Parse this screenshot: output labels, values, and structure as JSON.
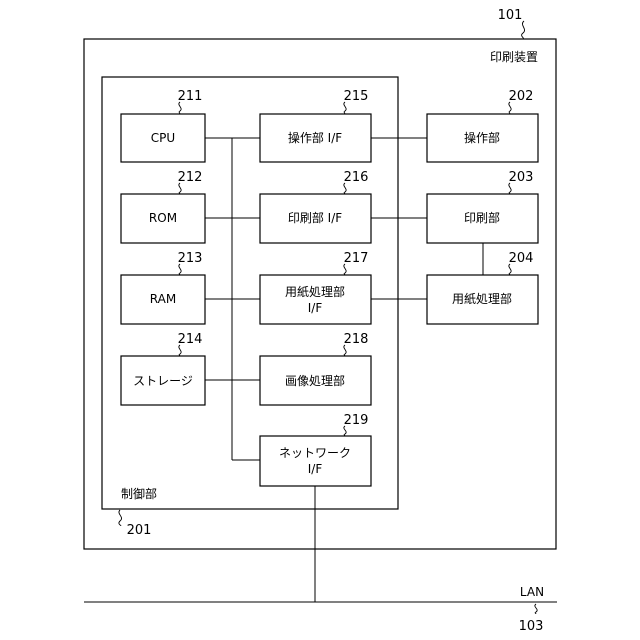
{
  "device": {
    "ref": "101",
    "label": "印刷装置"
  },
  "controller": {
    "ref": "201",
    "label": "制御部"
  },
  "blocks": {
    "cpu": {
      "ref": "211",
      "label": "CPU"
    },
    "rom": {
      "ref": "212",
      "label": "ROM"
    },
    "ram": {
      "ref": "213",
      "label": "RAM"
    },
    "storage": {
      "ref": "214",
      "label": "ストレージ"
    },
    "op_if": {
      "ref": "215",
      "label": "操作部 I/F"
    },
    "print_if": {
      "ref": "216",
      "label": "印刷部 I/F"
    },
    "paper_if": {
      "ref": "217",
      "label_line1": "用紙処理部",
      "label_line2": "I/F"
    },
    "image_proc": {
      "ref": "218",
      "label": "画像処理部"
    },
    "net_if": {
      "ref": "219",
      "label_line1": "ネットワーク",
      "label_line2": "I/F"
    },
    "operation": {
      "ref": "202",
      "label": "操作部"
    },
    "printer": {
      "ref": "203",
      "label": "印刷部"
    },
    "paper": {
      "ref": "204",
      "label": "用紙処理部"
    }
  },
  "network": {
    "ref": "103",
    "label": "LAN"
  }
}
